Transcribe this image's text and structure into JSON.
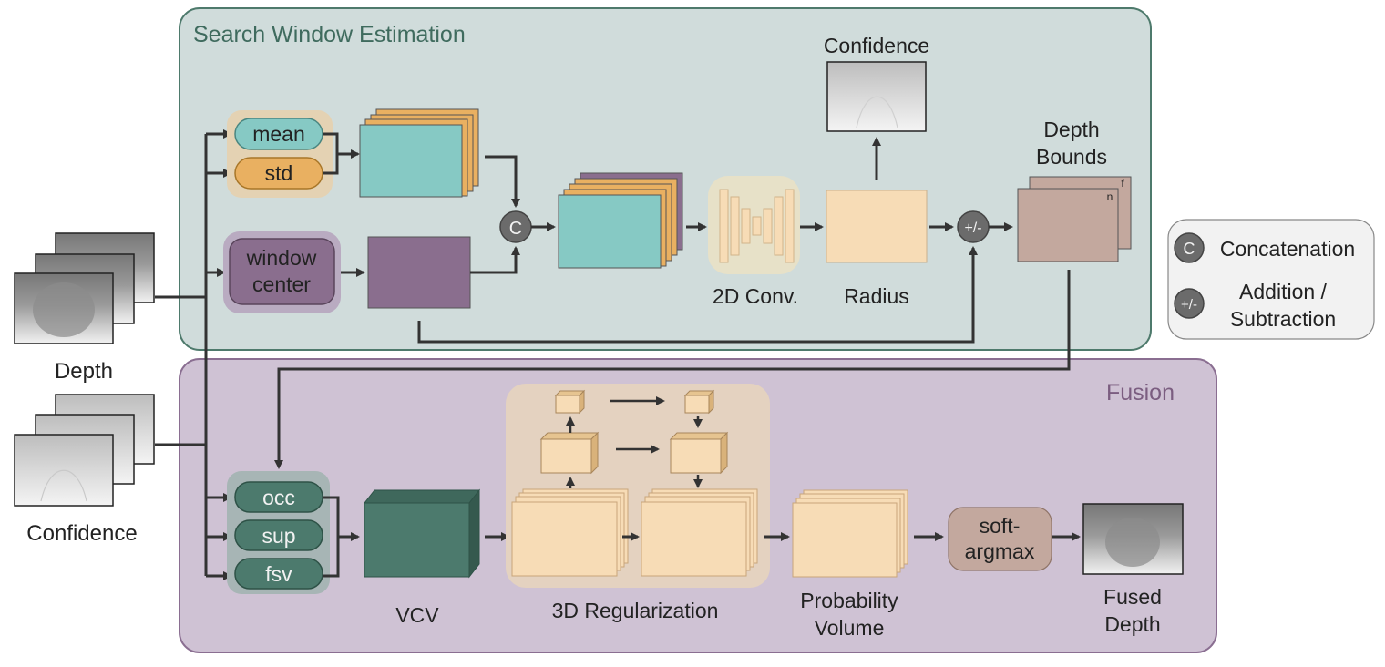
{
  "search_panel": {
    "title": "Search Window Estimation"
  },
  "fusion_panel": {
    "title": "Fusion"
  },
  "inputs": {
    "depth_label": "Depth",
    "confidence_label": "Confidence"
  },
  "stats": {
    "mean": "mean",
    "std": "std"
  },
  "window_center": {
    "line1": "window",
    "line2": "center"
  },
  "ops": {
    "concat_symbol": "C",
    "addsub_symbol": "+/-"
  },
  "conv2d": {
    "label": "2D Conv."
  },
  "radius": {
    "label": "Radius"
  },
  "confidence_out": {
    "label": "Confidence"
  },
  "depth_bounds": {
    "line1": "Depth",
    "line2": "Bounds",
    "f": "f",
    "n": "n"
  },
  "features": {
    "occ": "occ",
    "sup": "sup",
    "fsv": "fsv"
  },
  "vcv": {
    "label": "VCV"
  },
  "reg3d": {
    "label": "3D Regularization"
  },
  "prob_volume": {
    "line1": "Probability",
    "line2": "Volume"
  },
  "softargmax": {
    "line1": "soft-",
    "line2": "argmax"
  },
  "fused_depth": {
    "line1": "Fused",
    "line2": "Depth"
  },
  "legend": {
    "concat_symbol": "C",
    "concat_label": "Concatenation",
    "addsub_symbol": "+/-",
    "addsub_line1": "Addition /",
    "addsub_line2": "Subtraction"
  },
  "colors": {
    "search_bg": "#d0dcdb",
    "search_border": "#4e7a6c",
    "fusion_bg": "#cfc2d4",
    "fusion_border": "#8a6e91",
    "teal": "#86c9c4",
    "orange": "#e9b061",
    "purple": "#8a6e8e",
    "peach": "#f7dcb6",
    "dark_green": "#4c7a6d",
    "mauve": "#c3a89e",
    "grey_circle": "#6b6b6b",
    "arrow": "#333333"
  }
}
